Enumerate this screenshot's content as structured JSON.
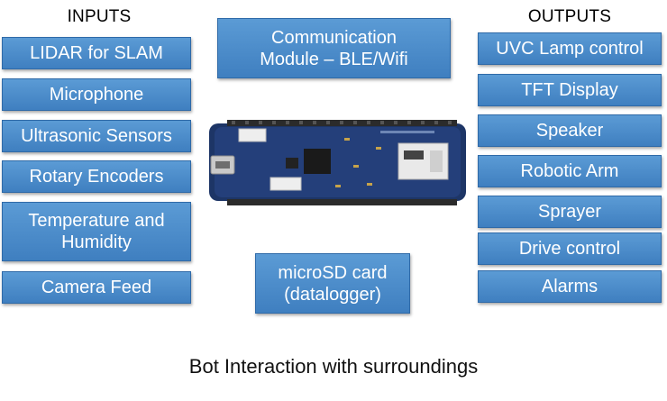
{
  "headings": {
    "inputs": "INPUTS",
    "outputs": "OUTPUTS"
  },
  "inputs": [
    "LIDAR for SLAM",
    "Microphone",
    "Ultrasonic Sensors",
    "Rotary Encoders",
    "Temperature and\nHumidity",
    "Camera Feed"
  ],
  "center": {
    "communication": "Communication\nModule – BLE/Wifi",
    "storage": "microSD card\n(datalogger)",
    "board_image": "microcontroller-board"
  },
  "outputs": [
    "UVC Lamp control",
    "TFT Display",
    "Speaker",
    "Robotic Arm",
    "Sprayer",
    "Drive control",
    "Alarms"
  ],
  "caption": "Bot Interaction with surroundings",
  "colors": {
    "box_fill": "#4a8bcb",
    "box_border": "#2f6aa8",
    "text_on_box": "#ffffff"
  }
}
